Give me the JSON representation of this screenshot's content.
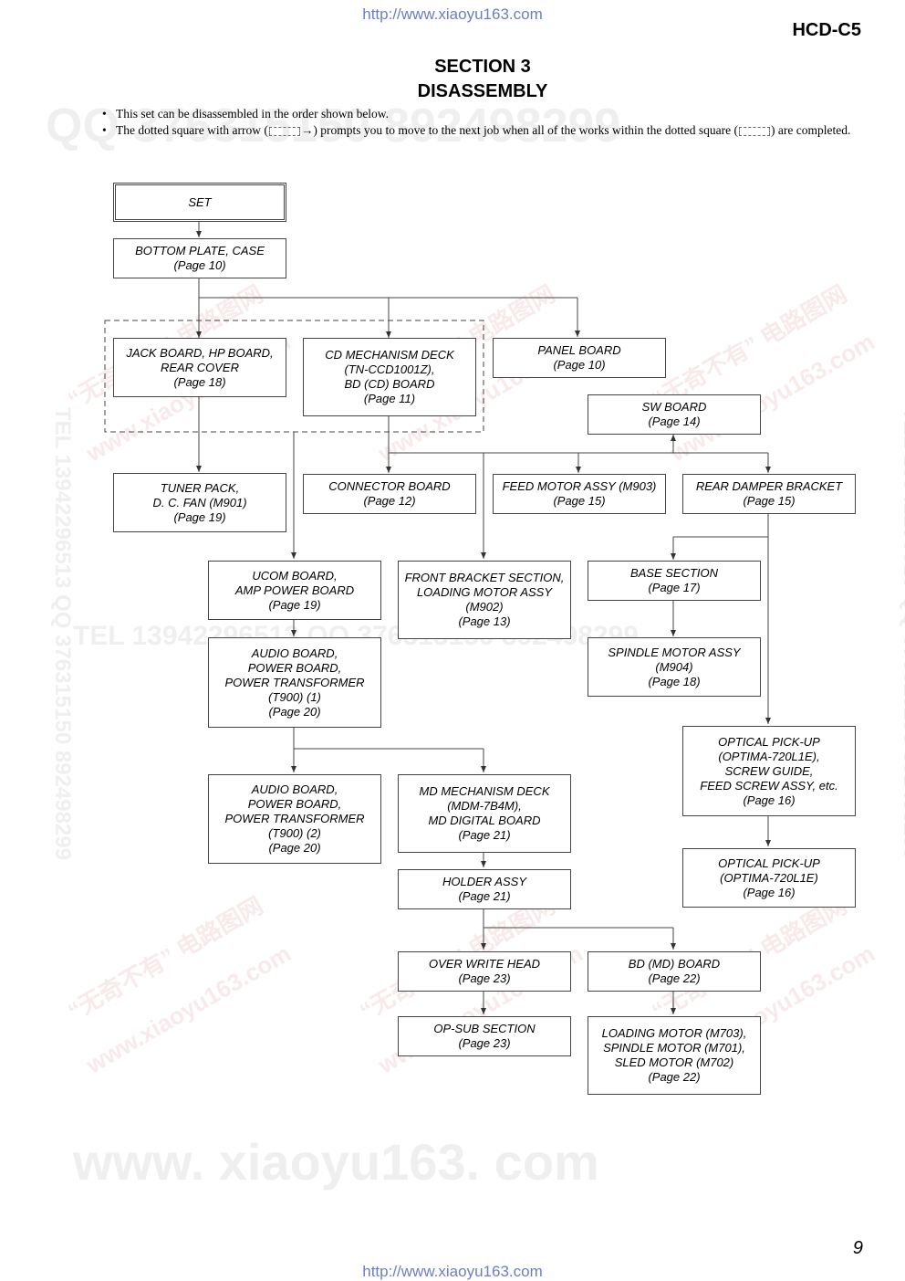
{
  "header": {
    "top_url": "http://www.xiaoyu163.com",
    "model": "HCD-C5",
    "section_line1": "SECTION  3",
    "section_line2": "DISASSEMBLY"
  },
  "notes": {
    "bullet1": "This set can be disassembled in the order shown below.",
    "bullet2_a": "The dotted square with arrow (",
    "bullet2_b": "→) prompts you to move to the next job when all of the works within the dotted square (",
    "bullet2_c": ") are completed."
  },
  "nodes": {
    "set": "SET",
    "bottom_plate": "BOTTOM PLATE, CASE\n(Page 10)",
    "jack_board": "JACK BOARD, HP BOARD,\nREAR COVER\n(Page 18)",
    "cd_mech": "CD MECHANISM DECK\n(TN-CCD1001Z),\nBD (CD) BOARD\n(Page 11)",
    "panel_board": "PANEL BOARD\n(Page 10)",
    "sw_board": "SW BOARD\n(Page 14)",
    "tuner_pack": "TUNER PACK,\nD. C. FAN (M901)\n(Page 19)",
    "connector_board": "CONNECTOR BOARD\n(Page 12)",
    "feed_motor": "FEED MOTOR ASSY (M903)\n(Page 15)",
    "rear_damper": "REAR DAMPER BRACKET\n(Page 15)",
    "ucom_board": "UCOM BOARD,\nAMP POWER BOARD\n(Page 19)",
    "front_bracket": "FRONT BRACKET SECTION,\nLOADING MOTOR ASSY\n(M902)\n(Page 13)",
    "base_section": "BASE SECTION\n(Page 17)",
    "audio_board_1": "AUDIO BOARD,\nPOWER BOARD,\nPOWER TRANSFORMER\n(T900) (1)\n(Page 20)",
    "spindle_motor_assy": "SPINDLE MOTOR ASSY\n(M904)\n(Page 18)",
    "optical_pickup_1": "OPTICAL PICK-UP\n(OPTIMA-720L1E),\nSCREW GUIDE,\nFEED SCREW ASSY, etc.\n(Page 16)",
    "audio_board_2": "AUDIO BOARD,\nPOWER BOARD,\nPOWER TRANSFORMER\n(T900) (2)\n(Page 20)",
    "md_mech": "MD MECHANISM DECK\n(MDM-7B4M),\nMD DIGITAL BOARD\n(Page 21)",
    "optical_pickup_2": "OPTICAL PICK-UP\n(OPTIMA-720L1E)\n(Page 16)",
    "holder_assy": "HOLDER ASSY\n(Page 21)",
    "over_write_head": "OVER WRITE HEAD\n(Page 23)",
    "bd_md_board": "BD (MD) BOARD\n(Page 22)",
    "op_sub": "OP-SUB SECTION\n(Page 23)",
    "loading_motor": "LOADING MOTOR (M703),\nSPINDLE MOTOR (M701),\nSLED MOTOR (M702)\n(Page 22)"
  },
  "watermarks": {
    "qq_line": "QQ 376315150  892498299",
    "tel_line": "TEL 13942296513  QQ 376315150  892498299",
    "mid_line": "TEL 13942296513  QQ 376315150  892498299",
    "site_big": "www. xiaoyu163. com",
    "cn_text": "“无奇不有” 电路图网",
    "site_small": "www.xiaoyu163.com"
  },
  "footer": {
    "page_number": "9",
    "bottom_url": "http://www.xiaoyu163.com"
  }
}
